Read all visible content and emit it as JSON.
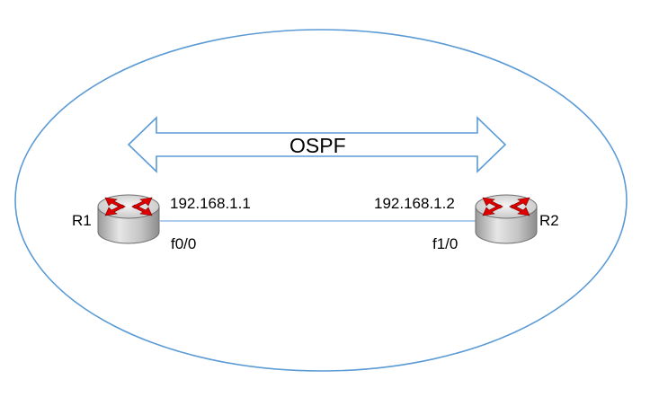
{
  "diagram": {
    "protocol": "OSPF",
    "routers": [
      {
        "name": "R1",
        "ip": "192.168.1.1",
        "interface": "f0/0",
        "icon": "router-icon"
      },
      {
        "name": "R2",
        "ip": "192.168.1.2",
        "interface": "f1/0",
        "icon": "router-icon"
      }
    ],
    "colors": {
      "boundary": "#5b9bd5",
      "arrow_outline": "#5b9bd5",
      "link": "#5b9bd5",
      "router_body": "#c8c8c8",
      "router_arrows": "#e00000"
    }
  }
}
